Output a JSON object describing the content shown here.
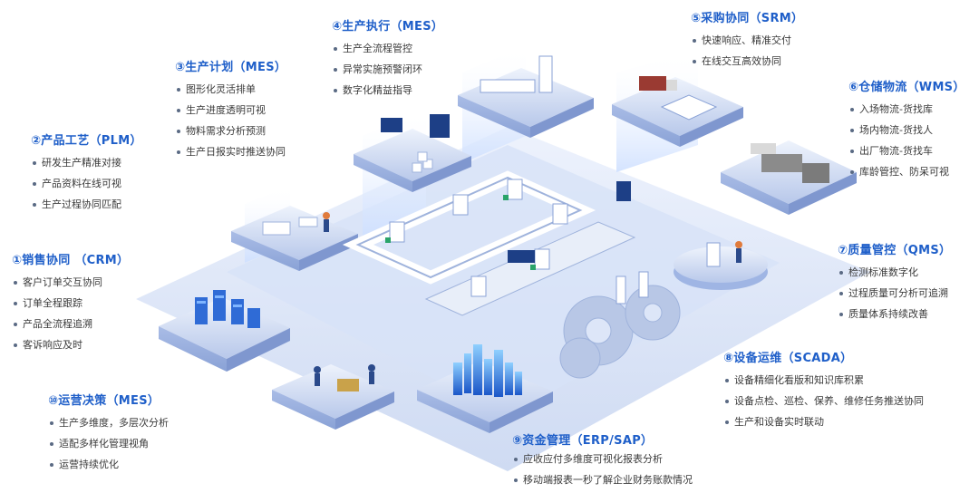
{
  "modules": [
    {
      "id": "sales",
      "title": "①销售协同 （CRM）",
      "items": [
        "客户订单交互协同",
        "订单全程跟踪",
        "产品全流程追溯",
        "客诉响应及时"
      ]
    },
    {
      "id": "plm",
      "title": "②产品工艺（PLM）",
      "items": [
        "研发生产精准对接",
        "产品资料在线可视",
        "生产过程协同匹配"
      ]
    },
    {
      "id": "plan",
      "title": "③生产计划（MES）",
      "items": [
        "图形化灵活排单",
        "生产进度透明可视",
        "物料需求分析预测",
        "生产日报实时推送协同"
      ]
    },
    {
      "id": "exec",
      "title": "④生产执行（MES）",
      "items": [
        "生产全流程管控",
        "异常实施预警闭环",
        "数字化精益指导"
      ]
    },
    {
      "id": "srm",
      "title": "⑤采购协同（SRM）",
      "items": [
        "快速响应、精准交付",
        "在线交互高效协同"
      ]
    },
    {
      "id": "wms",
      "title": "⑥仓储物流（WMS）",
      "items": [
        "入场物流-货找库",
        "场内物流-货找人",
        "出厂物流-货找车",
        "库龄管控、防呆可视"
      ]
    },
    {
      "id": "qms",
      "title": "⑦质量管控（QMS）",
      "items": [
        "检测标准数字化",
        "过程质量可分析可追溯",
        "质量体系持续改善"
      ]
    },
    {
      "id": "scada",
      "title": "⑧设备运维（SCADA）",
      "items": [
        "设备精细化看版和知识库积累",
        "设备点检、巡检、保养、维修任务推送协同",
        "生产和设备实时联动"
      ]
    },
    {
      "id": "erp",
      "title": "⑨资金管理（ERP/SAP）",
      "items": [
        "应收应付多维度可视化报表分析",
        "移动端报表一秒了解企业财务账款情况"
      ]
    },
    {
      "id": "decision",
      "title": "⑩运营决策（MES）",
      "items": [
        "生产多维度，多层次分析",
        "适配多样化管理视角",
        "运营持续优化"
      ]
    }
  ],
  "colors": {
    "title": "#1f5fc9",
    "text": "#3a3a3a",
    "platform": "#c9d6ef"
  }
}
